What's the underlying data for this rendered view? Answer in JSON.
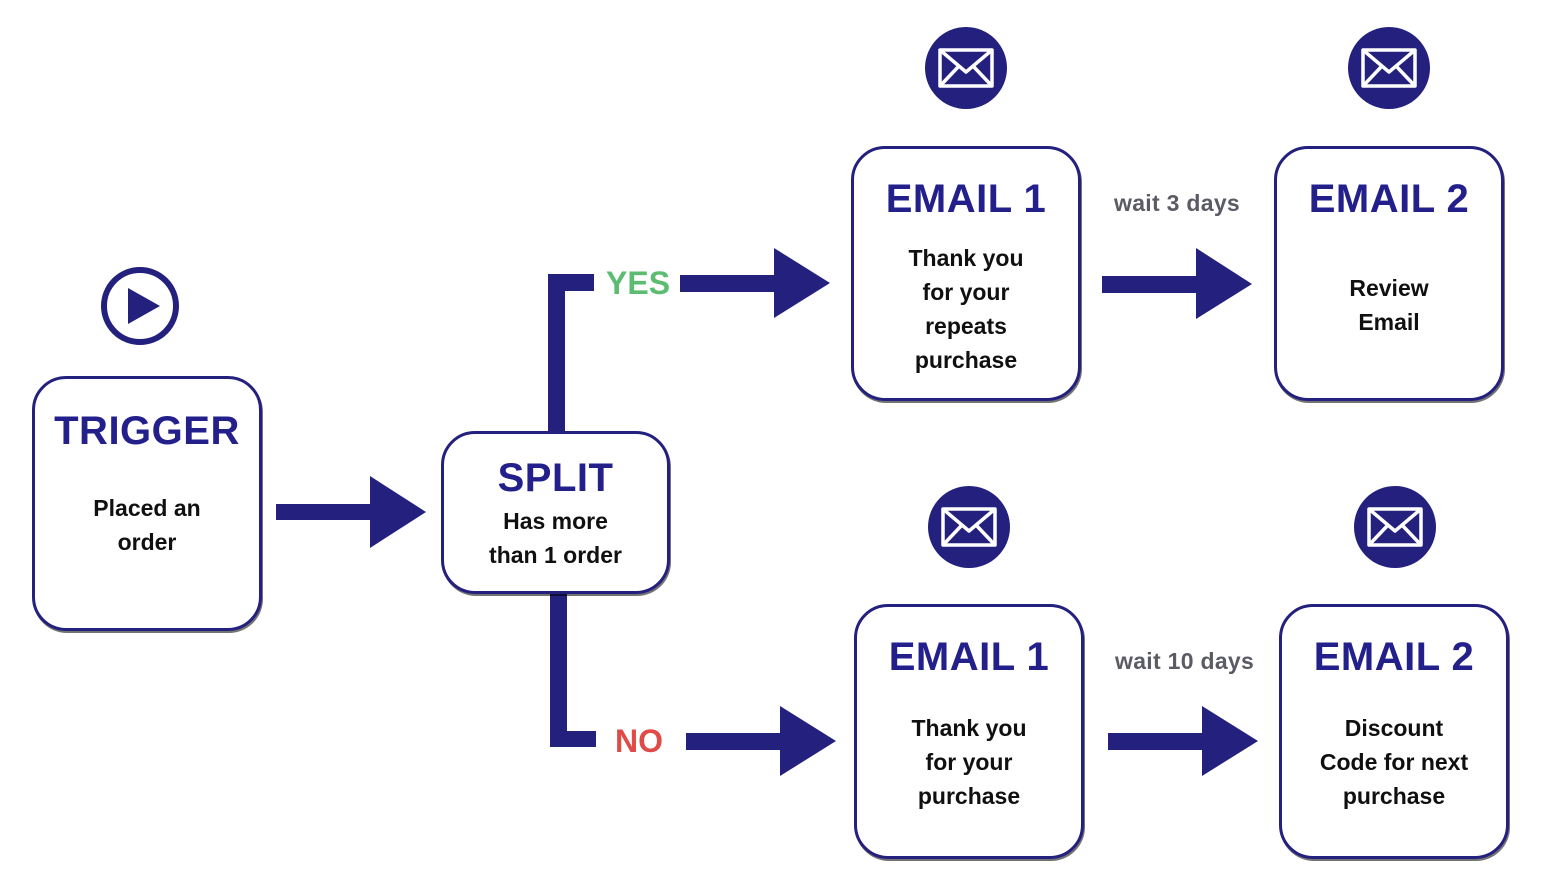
{
  "colors": {
    "primary": "#23207e",
    "title": "#23208c",
    "text": "#101010",
    "yes": "#5cbd72",
    "no": "#e04a48",
    "wait": "#5b5b66"
  },
  "trigger": {
    "icon": "play-icon",
    "title": "TRIGGER",
    "text": "Placed an\norder"
  },
  "split": {
    "title": "SPLIT",
    "text": "Has more\nthan 1 order"
  },
  "branches": {
    "yes_label": "YES",
    "no_label": "NO"
  },
  "yes_path": {
    "email1": {
      "icon": "mail-icon",
      "title": "EMAIL 1",
      "text": "Thank you\nfor your\nrepeats\npurchase"
    },
    "wait": "wait 3 days",
    "email2": {
      "icon": "mail-icon",
      "title": "EMAIL 2",
      "text": "Review\nEmail"
    }
  },
  "no_path": {
    "email1": {
      "icon": "mail-icon",
      "title": "EMAIL 1",
      "text": "Thank you\nfor your\npurchase"
    },
    "wait": "wait 10 days",
    "email2": {
      "icon": "mail-icon",
      "title": "EMAIL 2",
      "text": "Discount\nCode for next\npurchase"
    }
  }
}
